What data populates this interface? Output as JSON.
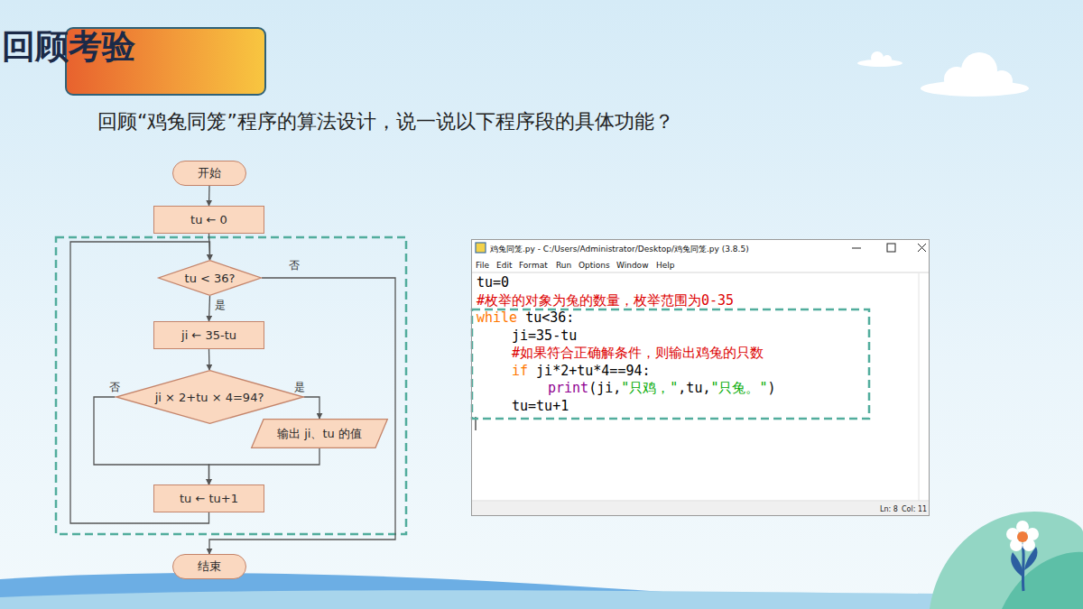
{
  "diagram": {
    "title": "回顾考验",
    "nodes": [
      {
        "text": [
          "开始"
        ]
      },
      {
        "text": [
          "tu ← 0"
        ]
      },
      {
        "text": [
          "tu < 36?"
        ]
      },
      {
        "text": [
          "ji ← 35-tu"
        ]
      },
      {
        "text": [
          "ji × 2+tu × 4=94?"
        ]
      },
      {
        "text": [
          "输出 ji、tu 的值"
        ]
      },
      {
        "text": [
          "tu ← tu+1"
        ]
      },
      {
        "text": [
          "结束"
        ]
      },
      {
        "text": [
          "鸡兔同笼.py - C:/Users/Administrator/Desktop/鸡兔同笼.py (3.8.5)",
          "File",
          "Edit",
          "Format",
          "Run",
          "Options",
          "Window",
          "Help",
          "tu=0",
          "#枚举的对象为兔的数量，枚举范围为0-35",
          "while tu<36:",
          "ji=35-tu",
          "#如果符合正确解条件，则输出鸡兔的只数",
          "if ji*2+tu*4==94:",
          "print(ji,\"只鸡，\",tu,\"只兔。\")",
          "tu=tu+1",
          "Ln: 8",
          "Col: 11"
        ]
      }
    ],
    "edges": [
      {
        "from": 0,
        "to": 1,
        "arrow": "to"
      },
      {
        "from": 1,
        "to": 2,
        "arrow": "to"
      },
      {
        "from": 2,
        "to": 3,
        "label": "是",
        "arrow": "to"
      },
      {
        "from": 3,
        "to": 4,
        "arrow": "to"
      },
      {
        "from": 4,
        "to": 5,
        "label": "是",
        "arrow": "to"
      },
      {
        "from": 4,
        "to": 6,
        "label": "否",
        "arrow": "to"
      },
      {
        "from": 5,
        "to": 6,
        "arrow": "to"
      },
      {
        "from": 6,
        "to": 2,
        "arrow": "to"
      },
      {
        "from": 2,
        "to": 7,
        "label": "否",
        "arrow": "to"
      }
    ],
    "labels": [
      "回顾“鸡兔同笼”程序的算法设计，说一说以下程序段的具体功能？"
    ]
  }
}
